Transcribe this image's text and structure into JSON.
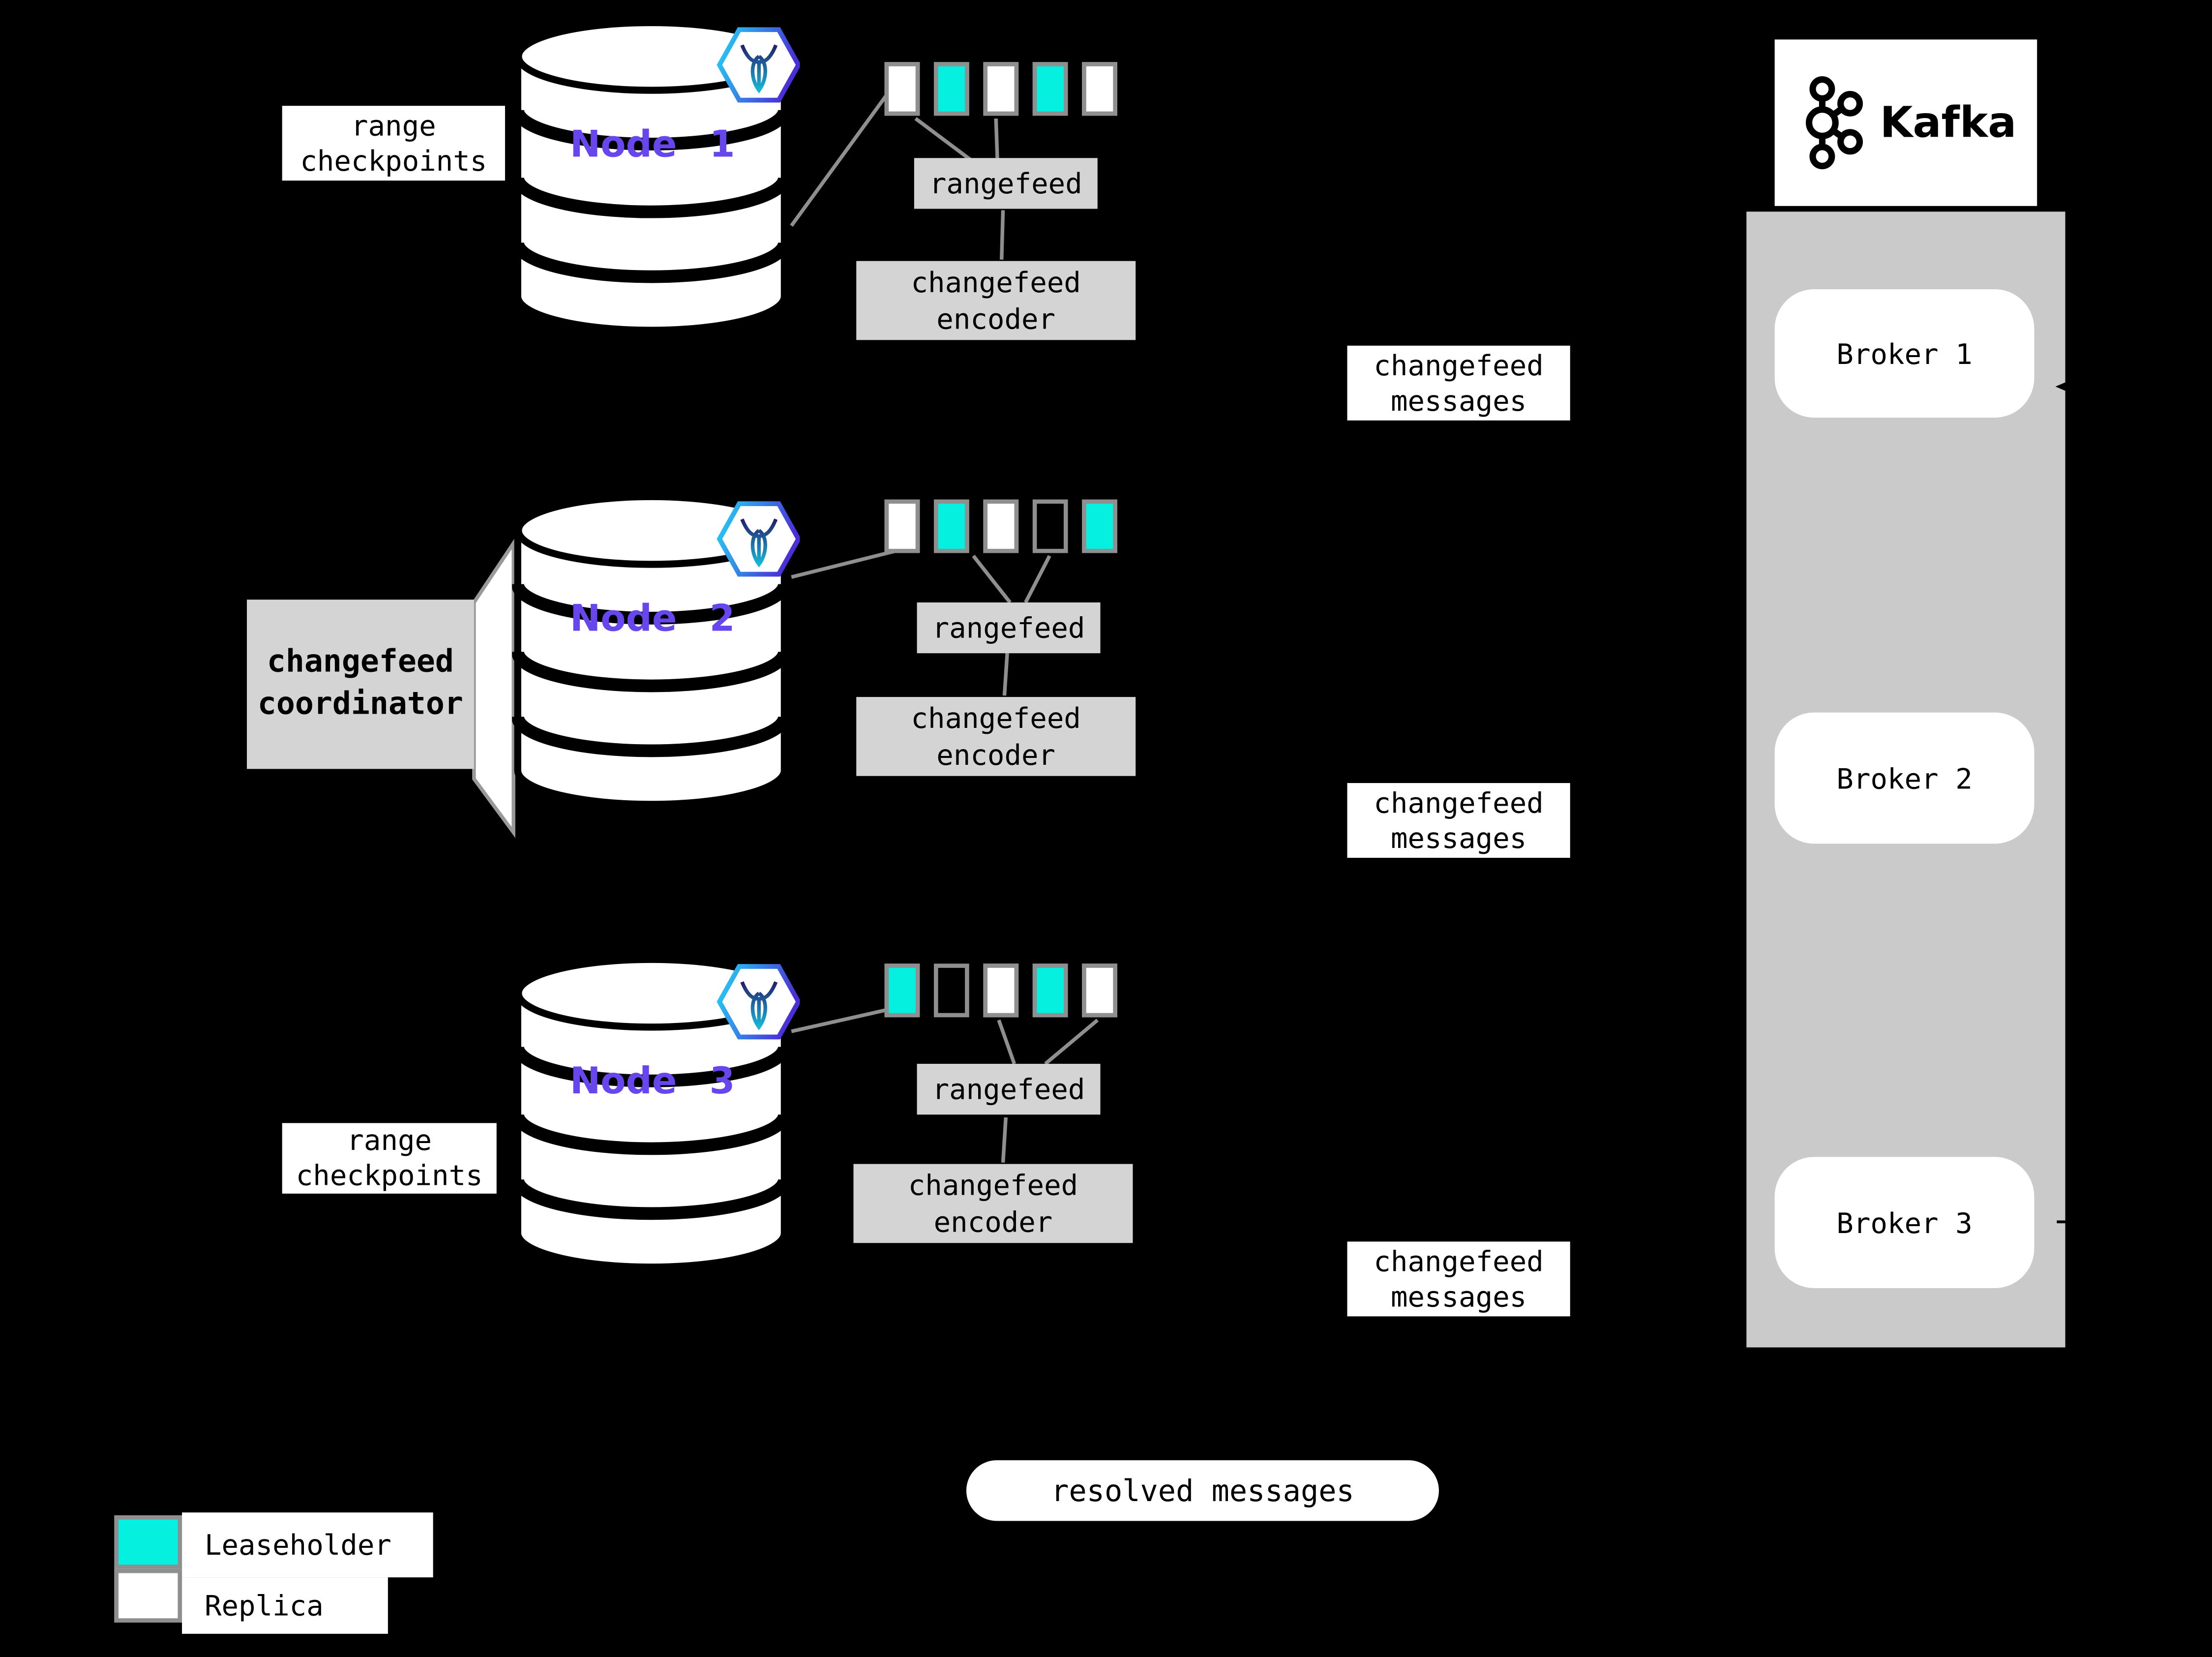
{
  "nodes": [
    {
      "label": "Node 1",
      "range_checkpoints": [
        "range",
        "checkpoints"
      ],
      "rangefeed": "rangefeed",
      "encoder": [
        "changefeed",
        "encoder"
      ],
      "messages": [
        "changefeed",
        "messages"
      ],
      "ranges": [
        "replica",
        "leaseholder",
        "replica",
        "leaseholder",
        "replica"
      ]
    },
    {
      "label": "Node 2",
      "coordinator": [
        "changefeed",
        "coordinator"
      ],
      "rangefeed": "rangefeed",
      "encoder": [
        "changefeed",
        "encoder"
      ],
      "messages": [
        "changefeed",
        "messages"
      ],
      "ranges": [
        "replica",
        "leaseholder",
        "replica",
        "empty",
        "leaseholder"
      ]
    },
    {
      "label": "Node 3",
      "range_checkpoints": [
        "range",
        "checkpoints"
      ],
      "rangefeed": "rangefeed",
      "encoder": [
        "changefeed",
        "encoder"
      ],
      "messages": [
        "changefeed",
        "messages"
      ],
      "ranges": [
        "leaseholder",
        "empty",
        "replica",
        "leaseholder",
        "replica"
      ]
    }
  ],
  "kafka": {
    "wordmark": "Kafka",
    "brokers": [
      {
        "label": "Broker 1"
      },
      {
        "label": "Broker 2"
      },
      {
        "label": "Broker 3"
      }
    ]
  },
  "resolved_messages": "resolved messages",
  "legend": {
    "items": [
      {
        "label": "Leaseholder",
        "color": "#06f0e0"
      },
      {
        "label": "Replica",
        "color": "#ffffff"
      }
    ]
  },
  "colors": {
    "leaseholder_cyan": "#06f0e0",
    "replica_white": "#ffffff",
    "node_label_purple": "#6746ee",
    "process_box_gray": "#d4d4d4",
    "kafka_cluster_gray": "#cacaca",
    "connector_gray": "#8f8f8f",
    "background": "#000000"
  }
}
